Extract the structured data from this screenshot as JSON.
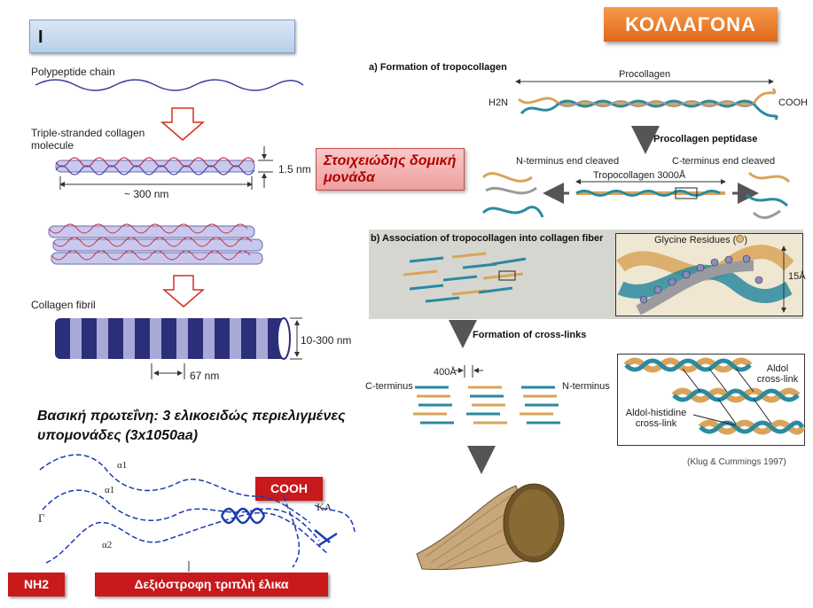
{
  "left": {
    "title": "Ι",
    "polypeptide_label": "Polypeptide chain",
    "triple_label": "Triple-stranded collagen molecule",
    "width_label": "1.5 nm",
    "length_label": "~ 300 nm",
    "unit_box": "Στοιχειώδης δομική μονάδα",
    "fibril_label": "Collagen fibril",
    "fibril_width": "10-300 nm",
    "fibril_period": "67 nm",
    "basic_protein": "Βασική πρωτεΐνη: 3 ελικοειδώς περιελιγμένες υπομονάδες (3x1050aa)",
    "alpha1a": "α1",
    "alpha1b": "α1",
    "alpha2": "α2",
    "gamma": "Γ",
    "ka": "ΚΑ",
    "cooh_tag": "COOH",
    "nh2_tag": "NH2",
    "helix_tag": "Δεξιόστροφη τριπλή έλικα"
  },
  "right": {
    "badge": "ΚΟΛΛΑΓΟΝΑ",
    "section_a": "a) Formation of tropocollagen",
    "procollagen": "Procollagen",
    "h2n": "H2N",
    "cooh": "COOH",
    "peptidase": "Procollagen peptidase",
    "n_cleaved": "N-terminus end cleaved",
    "c_cleaved": "C-terminus end cleaved",
    "tropocollagen": "Tropocollagen 3000Å",
    "section_b": "b) Association of tropocollagen into collagen fiber",
    "glycine": "Glycine Residues (",
    "glycine_end": ")",
    "spacing": "15Å",
    "crosslinks": "Formation of cross-links",
    "gap": "400Å",
    "c_terminus": "C-terminus",
    "n_terminus": "N-terminus",
    "aldol": "Aldol cross-link",
    "aldol_histidine": "Aldol-histidine cross-link",
    "citation": "(Klug & Cummings 1997)"
  },
  "colors": {
    "tan": "#d9a45a",
    "teal": "#2a8aa0",
    "gray": "#9a9a9a",
    "fibril_dark": "#2b2f7a",
    "fibril_light": "#a9a9d8",
    "red": "#c8191c"
  }
}
